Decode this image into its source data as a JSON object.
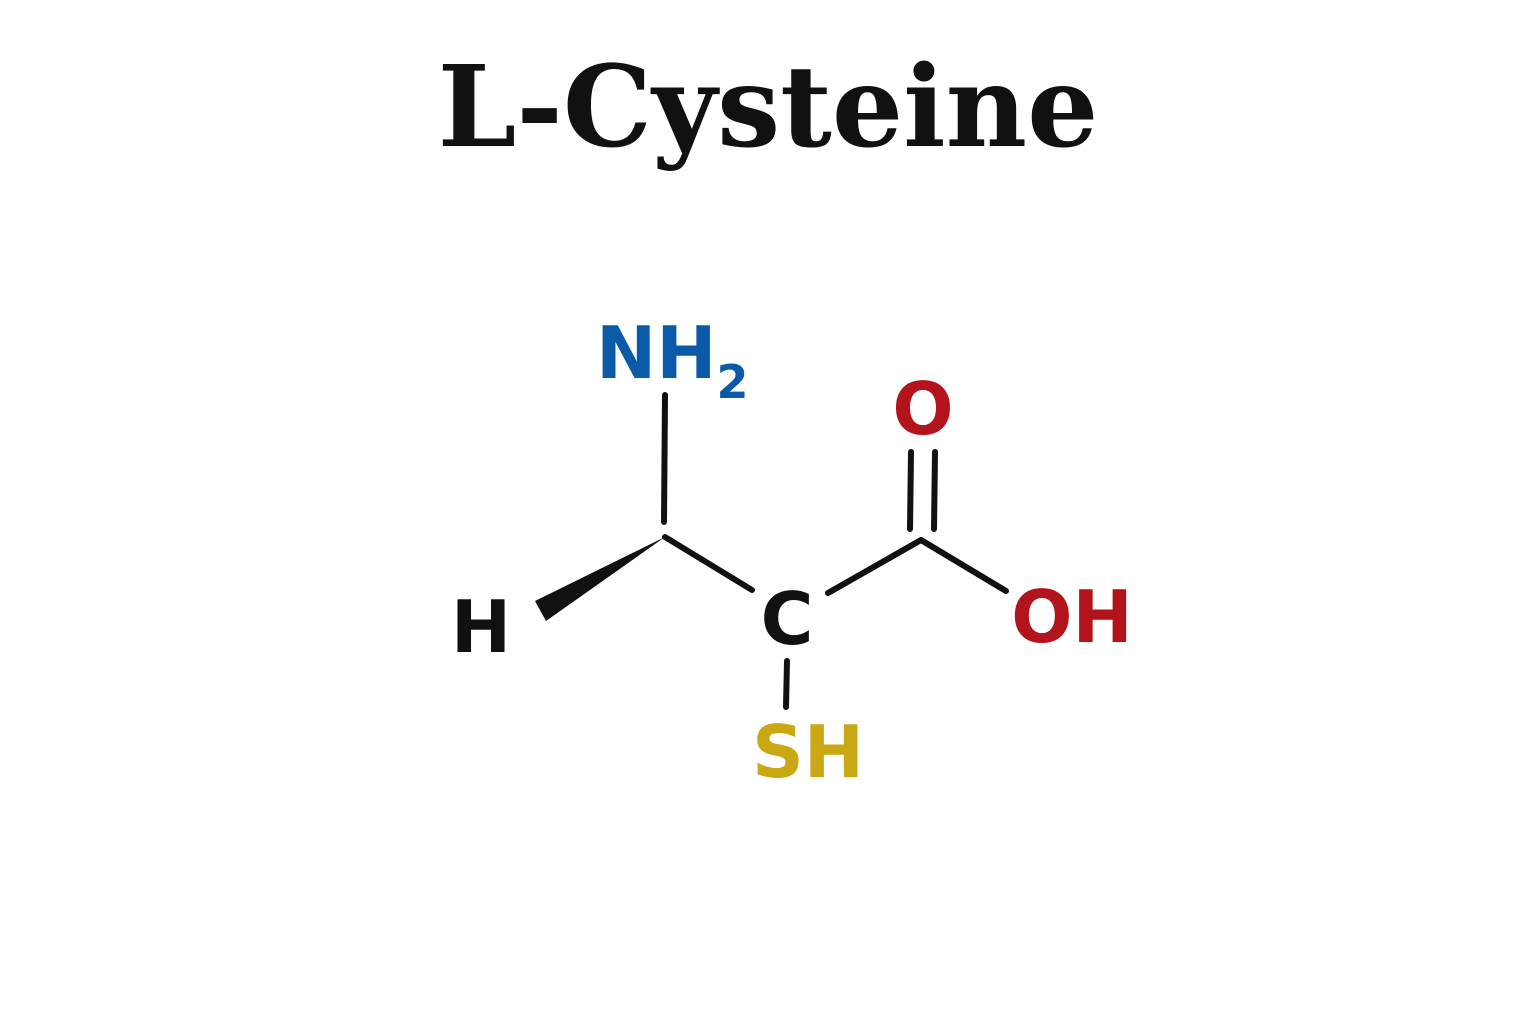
{
  "title": "L-Cysteine",
  "colors": {
    "background": "#ffffff",
    "bond": "#111111",
    "carbon": "#111111",
    "hydrogen": "#111111",
    "nitrogen": "#0a5aa8",
    "oxygen": "#b3141b",
    "sulfur": "#c9a814"
  },
  "atoms": {
    "amine": {
      "symbol": "NH",
      "subscript": "2"
    },
    "hydrogen": {
      "symbol": "H"
    },
    "carbon": {
      "symbol": "C"
    },
    "carbonyl_oxygen": {
      "symbol": "O"
    },
    "hydroxyl": {
      "symbol": "OH"
    },
    "thiol": {
      "symbol": "SH"
    }
  }
}
